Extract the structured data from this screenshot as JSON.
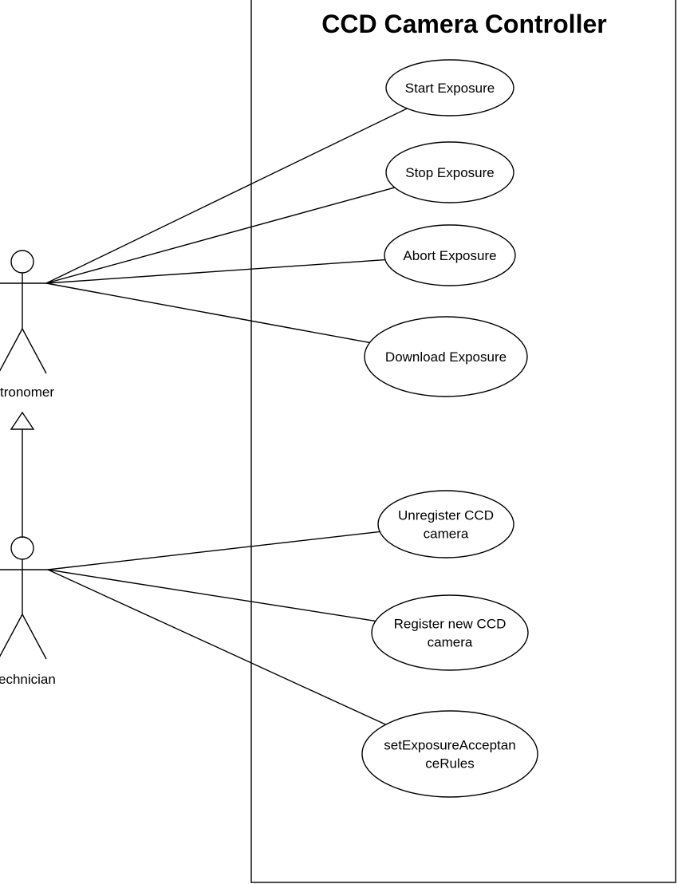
{
  "system": {
    "title": "CCD Camera Controller"
  },
  "actors": [
    {
      "id": "astronomer",
      "label": "tronomer"
    },
    {
      "id": "technician",
      "label": "echnician"
    }
  ],
  "use_cases": [
    {
      "id": "start-exposure",
      "lines": [
        "Start Exposure"
      ],
      "actor": "astronomer"
    },
    {
      "id": "stop-exposure",
      "lines": [
        "Stop Exposure"
      ],
      "actor": "astronomer"
    },
    {
      "id": "abort-exposure",
      "lines": [
        "Abort Exposure"
      ],
      "actor": "astronomer"
    },
    {
      "id": "download-exposure",
      "lines": [
        "Download Exposure"
      ],
      "actor": "astronomer"
    },
    {
      "id": "unregister-ccd-camera",
      "lines": [
        "Unregister CCD",
        "camera"
      ],
      "actor": "technician"
    },
    {
      "id": "register-new-ccd-camera",
      "lines": [
        "Register new  CCD",
        "camera"
      ],
      "actor": "technician"
    },
    {
      "id": "set-exposure-acceptance-rules",
      "lines": [
        "setExposureAcceptan",
        "ceRules"
      ],
      "actor": "technician"
    }
  ],
  "generalization": {
    "from": "technician",
    "to": "astronomer"
  }
}
